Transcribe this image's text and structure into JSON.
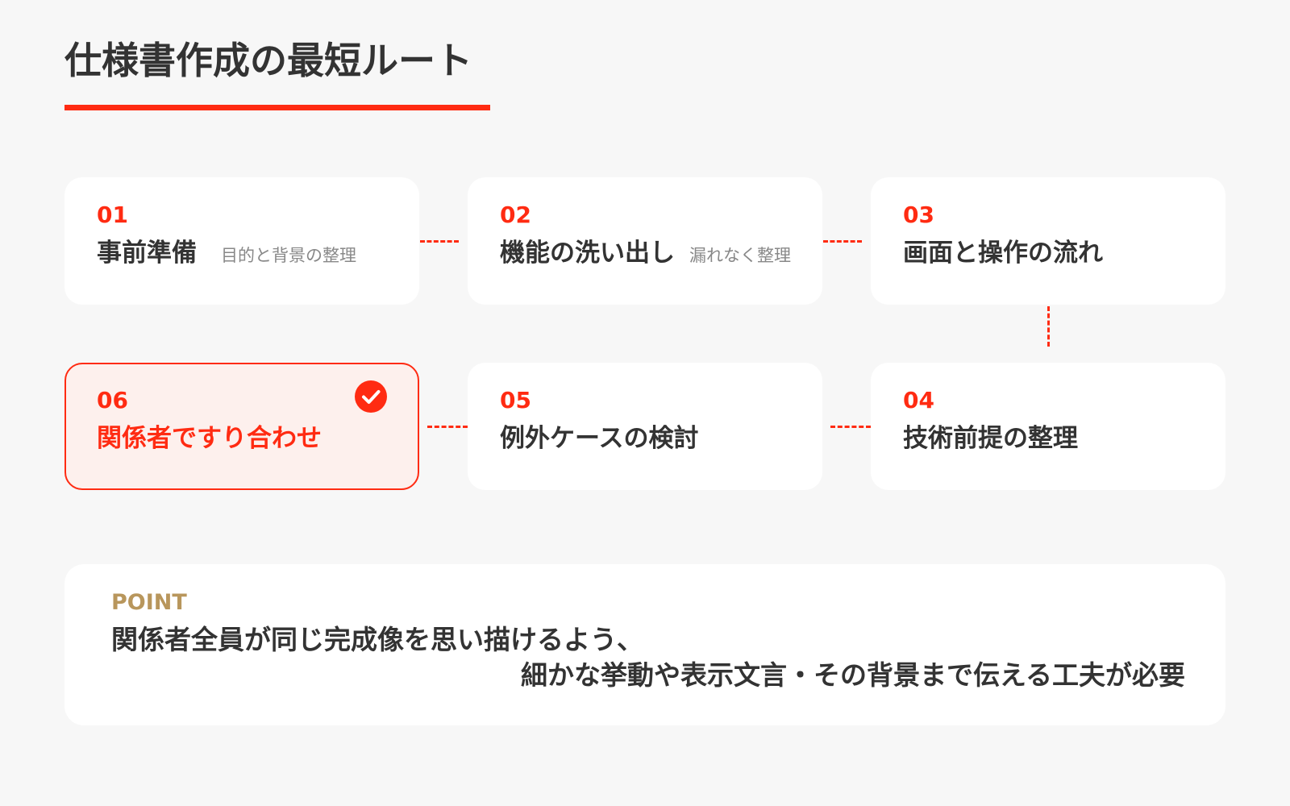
{
  "title": "仕様書作成の最短ルート",
  "colors": {
    "accent": "#ff2b12",
    "background": "#f7f7f7",
    "card": "#ffffff",
    "done_card": "#fdf0ed",
    "point_label": "#b8965c",
    "text": "#333333",
    "subtext": "#888888"
  },
  "steps": [
    {
      "num": "01",
      "title": "事前準備",
      "sub": "目的と背景の整理",
      "done": false
    },
    {
      "num": "02",
      "title": "機能の洗い出し",
      "sub": "漏れなく整理",
      "done": false
    },
    {
      "num": "03",
      "title": "画面と操作の流れ",
      "sub": "",
      "done": false
    },
    {
      "num": "04",
      "title": "技術前提の整理",
      "sub": "",
      "done": false
    },
    {
      "num": "05",
      "title": "例外ケースの検討",
      "sub": "",
      "done": false
    },
    {
      "num": "06",
      "title": "関係者ですり合わせ",
      "sub": "",
      "done": true,
      "icon": "check-circle-icon"
    }
  ],
  "point": {
    "label": "POINT",
    "line1": "関係者全員が同じ完成像を思い描けるよう、",
    "line2": "細かな挙動や表示文言・その背景まで伝える工夫が必要"
  }
}
